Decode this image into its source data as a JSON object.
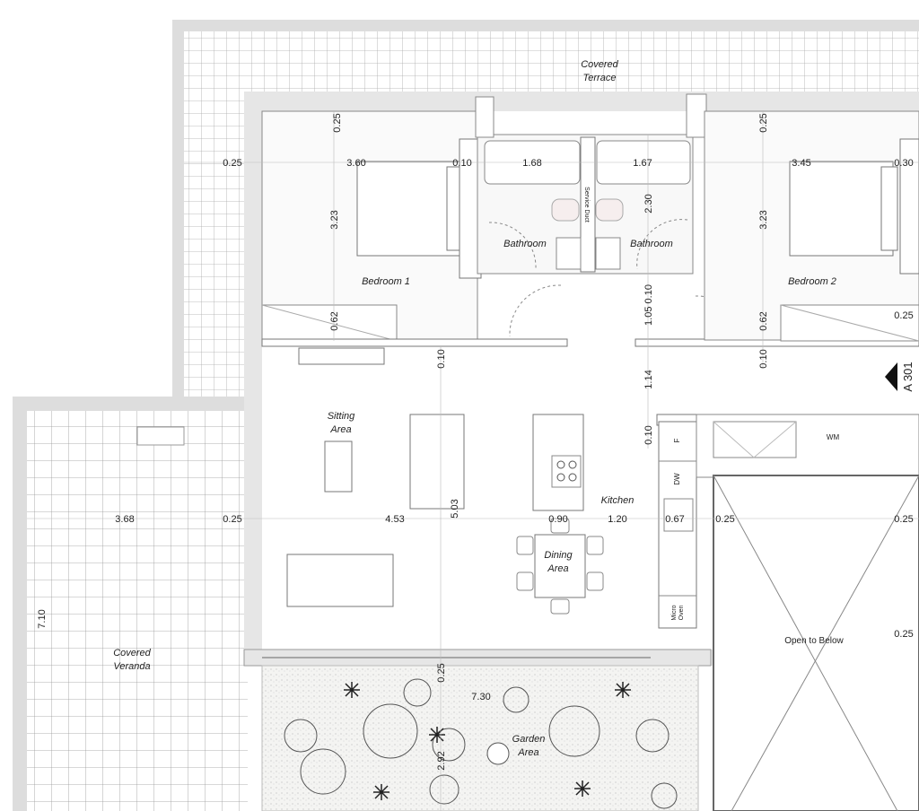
{
  "rooms": {
    "covered_terrace": [
      "Covered",
      "Terrace"
    ],
    "bedroom_1": "Bedroom 1",
    "bathroom_1": "Bathroom",
    "bathroom_2": "Bathroom",
    "bedroom_2": "Bedroom 2",
    "sitting_area": [
      "Sitting",
      "Area"
    ],
    "kitchen": "Kitchen",
    "dining_area": [
      "Dining",
      "Area"
    ],
    "covered_veranda": [
      "Covered",
      "Veranda"
    ],
    "open_to_below": "Open to Below",
    "garden_area": [
      "Garden",
      "Area"
    ]
  },
  "fixtures": {
    "service_duct": "Service Duct",
    "washing_machine": "WM",
    "fridge": "F",
    "dishwasher": "DW",
    "micro_oven": [
      "Micro",
      "Oven"
    ],
    "section_marker": "A 301"
  },
  "dimensions_horizontal": [
    "0.25",
    "3.60",
    "0.10",
    "1.68",
    "1.67",
    "3.45",
    "0.30",
    "0.25",
    "3.68",
    "0.25",
    "4.53",
    "0.90",
    "1.20",
    "0.67",
    "0.25",
    "0.25",
    "0.25",
    "7.30"
  ],
  "dimensions_vertical": [
    "0.25",
    "3.23",
    "0.62",
    "0.10",
    "2.30",
    "1.05 0.10",
    "1.14",
    "0.10",
    "0.25",
    "3.23",
    "0.62",
    "0.10",
    "5.03",
    "7.10",
    "0.25",
    "2.92"
  ]
}
